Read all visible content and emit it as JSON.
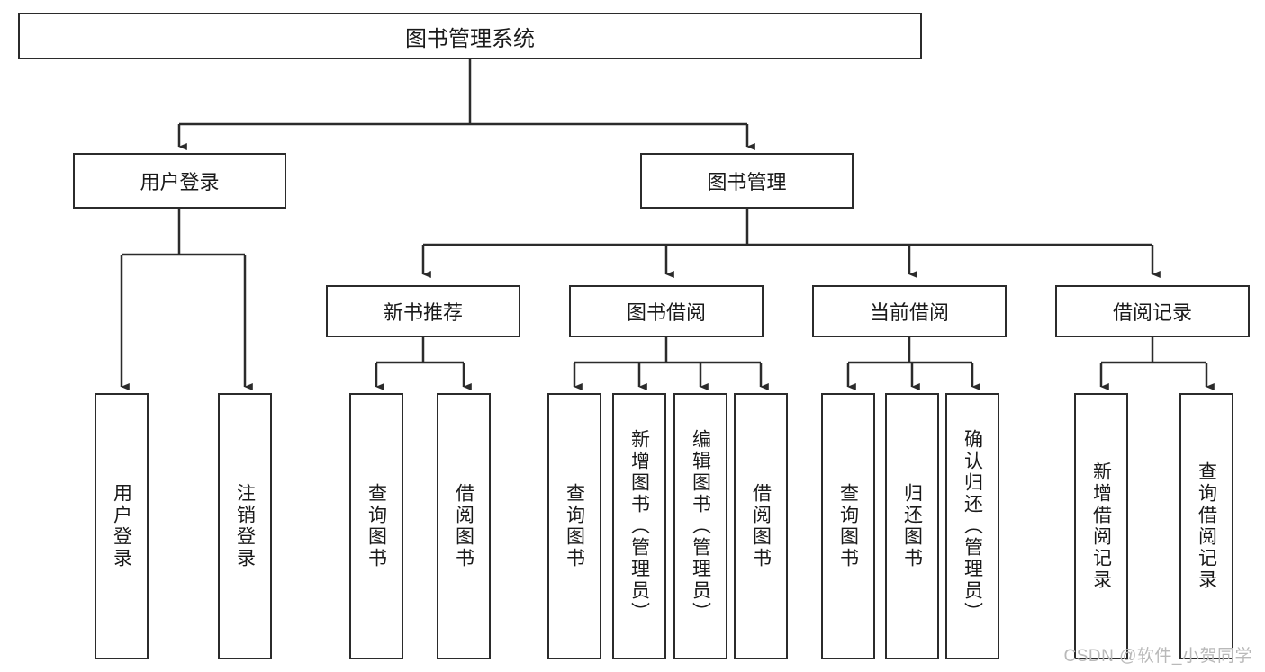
{
  "diagram": {
    "title": "图书管理系统",
    "type": "hierarchy-tree",
    "stroke_color": "#2b2b2b",
    "text_color": "#1a1a1a",
    "background_color": "#ffffff",
    "root": {
      "id": "root",
      "label": "图书管理系统"
    },
    "level2": [
      {
        "id": "user-login",
        "label": "用户登录"
      },
      {
        "id": "book-manage",
        "label": "图书管理"
      }
    ],
    "level3": [
      {
        "id": "new-book-rec",
        "label": "新书推荐",
        "parent": "book-manage"
      },
      {
        "id": "book-borrow",
        "label": "图书借阅",
        "parent": "book-manage"
      },
      {
        "id": "current-borrow",
        "label": "当前借阅",
        "parent": "book-manage"
      },
      {
        "id": "borrow-record",
        "label": "借阅记录",
        "parent": "book-manage"
      }
    ],
    "leaves": [
      {
        "id": "leaf-user-login",
        "label": "用户登录",
        "parent": "user-login"
      },
      {
        "id": "leaf-user-logout",
        "label": "注销登录",
        "parent": "user-login"
      },
      {
        "id": "leaf-query-book-1",
        "label": "查询图书",
        "parent": "new-book-rec"
      },
      {
        "id": "leaf-borrow-book-1",
        "label": "借阅图书",
        "parent": "new-book-rec"
      },
      {
        "id": "leaf-query-book-2",
        "label": "查询图书",
        "parent": "book-borrow"
      },
      {
        "id": "leaf-add-book",
        "label": "新增图书（管理员）",
        "parent": "book-borrow"
      },
      {
        "id": "leaf-edit-book",
        "label": "编辑图书（管理员）",
        "parent": "book-borrow"
      },
      {
        "id": "leaf-borrow-book-2",
        "label": "借阅图书",
        "parent": "book-borrow"
      },
      {
        "id": "leaf-query-book-3",
        "label": "查询图书",
        "parent": "current-borrow"
      },
      {
        "id": "leaf-return-book",
        "label": "归还图书",
        "parent": "current-borrow"
      },
      {
        "id": "leaf-confirm-return",
        "label": "确认归还（管理员）",
        "parent": "current-borrow"
      },
      {
        "id": "leaf-add-record",
        "label": "新增借阅记录",
        "parent": "borrow-record"
      },
      {
        "id": "leaf-query-record",
        "label": "查询借阅记录",
        "parent": "borrow-record"
      }
    ],
    "watermark": "CSDN @软件_小贺同学"
  }
}
